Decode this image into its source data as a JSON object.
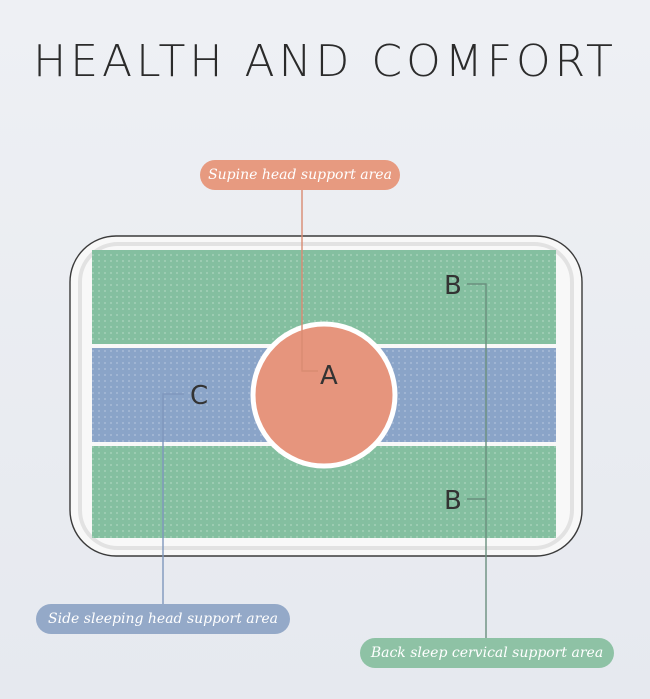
{
  "title": "HEALTH AND COMFORT",
  "zones": {
    "a_letter": "A",
    "b_letter": "B",
    "c_letter": "C"
  },
  "callouts": {
    "supine": "Supine head support area",
    "side": "Side sleeping head support area",
    "back": "Back sleep cervical support area"
  },
  "colors": {
    "green_band": "#84bfa0",
    "blue_band": "#8aa4c8",
    "circle": "#e6957d",
    "pillow": "#f7f7f7",
    "callout_a": "#e79a80",
    "callout_c": "#94a9c8",
    "callout_b": "#8ec2a5"
  }
}
